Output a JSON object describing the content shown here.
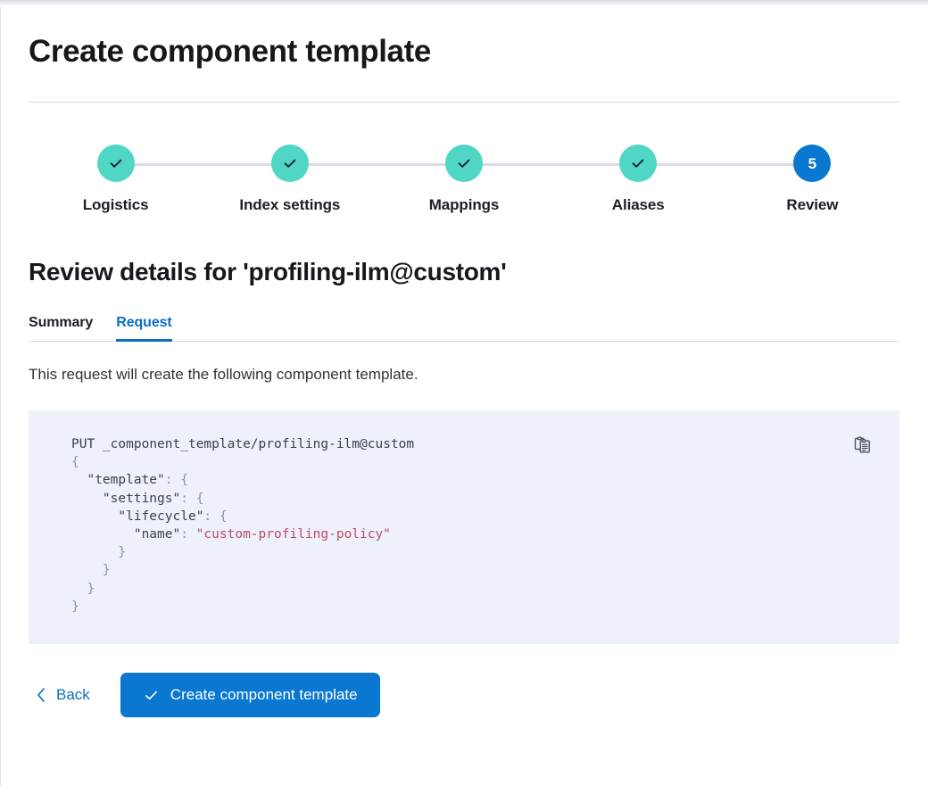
{
  "page": {
    "title": "Create component template"
  },
  "stepper": {
    "steps": [
      {
        "label": "Logistics",
        "state": "done",
        "number": "1",
        "icon": "check-icon"
      },
      {
        "label": "Index settings",
        "state": "done",
        "number": "2",
        "icon": "check-icon"
      },
      {
        "label": "Mappings",
        "state": "done",
        "number": "3",
        "icon": "check-icon"
      },
      {
        "label": "Aliases",
        "state": "done",
        "number": "4",
        "icon": "check-icon"
      },
      {
        "label": "Review",
        "state": "current",
        "number": "5",
        "icon": ""
      }
    ]
  },
  "review": {
    "heading": "Review details for 'profiling-ilm@custom'",
    "tabs": [
      {
        "label": "Summary",
        "active": false
      },
      {
        "label": "Request",
        "active": true
      }
    ],
    "description": "This request will create the following component template.",
    "code": {
      "method": "PUT",
      "path": "_component_template/profiling-ilm@custom",
      "body_keys": [
        "template",
        "settings",
        "lifecycle",
        "name"
      ],
      "value": "custom-profiling-policy",
      "full_text": "PUT _component_template/profiling-ilm@custom\n{\n  \"template\": {\n    \"settings\": {\n      \"lifecycle\": {\n        \"name\": \"custom-profiling-policy\"\n      }\n    }\n  }\n}",
      "copy_icon": "copy-clipboard-icon"
    }
  },
  "footer": {
    "back_label": "Back",
    "back_icon": "chevron-left-icon",
    "submit_label": "Create component template",
    "submit_icon": "check-icon"
  },
  "colors": {
    "accent_blue": "#0a77d0",
    "link_blue": "#0a6fc2",
    "step_done_teal": "#4fd6c5",
    "code_background": "#eef1fa",
    "code_string": "#bd4b68",
    "divider": "#d9dae4"
  }
}
